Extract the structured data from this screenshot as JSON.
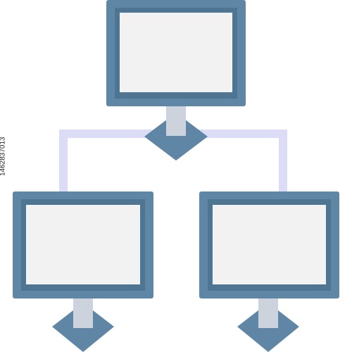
{
  "colors": {
    "monitor_frame": "#5f87a5",
    "monitor_bezel_shadow": "#4e7592",
    "screen": "#f2f2f3",
    "stand_neck": "#cdd3dc",
    "connector_lines": "#dcdcf6",
    "background": "#ffffff",
    "side_text": "#222222"
  },
  "icon": {
    "name": "network-computers-icon",
    "nodes": [
      "top-monitor",
      "bottom-left-monitor",
      "bottom-right-monitor"
    ]
  },
  "side_text": "1462837013"
}
